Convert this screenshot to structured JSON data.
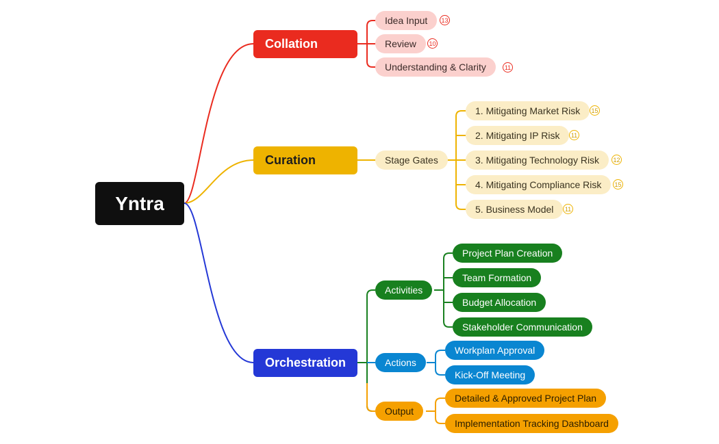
{
  "root": {
    "label": "Yntra"
  },
  "colors": {
    "collation": "#ea2b1f",
    "collation_sub": "#fbd0cd",
    "curation": "#eeb300",
    "curation_sub": "#fbedc6",
    "orchestration": "#2438d6",
    "activities": "#18801f",
    "actions": "#0a86d1",
    "output": "#f5a000"
  },
  "collation": {
    "label": "Collation",
    "items": [
      {
        "label": "Idea Input",
        "badge": "13"
      },
      {
        "label": "Review",
        "badge": "10"
      },
      {
        "label": "Understanding  & Clarity",
        "badge": "11"
      }
    ]
  },
  "curation": {
    "label": "Curation",
    "stage": {
      "label": "Stage Gates",
      "items": [
        {
          "label": "1. Mitigating Market Risk",
          "badge": "15"
        },
        {
          "label": "2. Mitigating IP Risk",
          "badge": "11"
        },
        {
          "label": "3. Mitigating Technology Risk",
          "badge": "12"
        },
        {
          "label": "4. Mitigating Compliance Risk",
          "badge": "15"
        },
        {
          "label": "5. Business Model",
          "badge": "11"
        }
      ]
    }
  },
  "orchestration": {
    "label": "Orchestration",
    "activities": {
      "label": "Activities",
      "items": [
        {
          "label": "Project Plan Creation"
        },
        {
          "label": "Team Formation"
        },
        {
          "label": "Budget Allocation"
        },
        {
          "label": "Stakeholder Communication"
        }
      ]
    },
    "actions": {
      "label": "Actions",
      "items": [
        {
          "label": "Workplan Approval"
        },
        {
          "label": "Kick-Off Meeting"
        }
      ]
    },
    "output": {
      "label": "Output",
      "items": [
        {
          "label": "Detailed & Approved Project Plan"
        },
        {
          "label": "Implementation Tracking Dashboard"
        }
      ]
    }
  }
}
